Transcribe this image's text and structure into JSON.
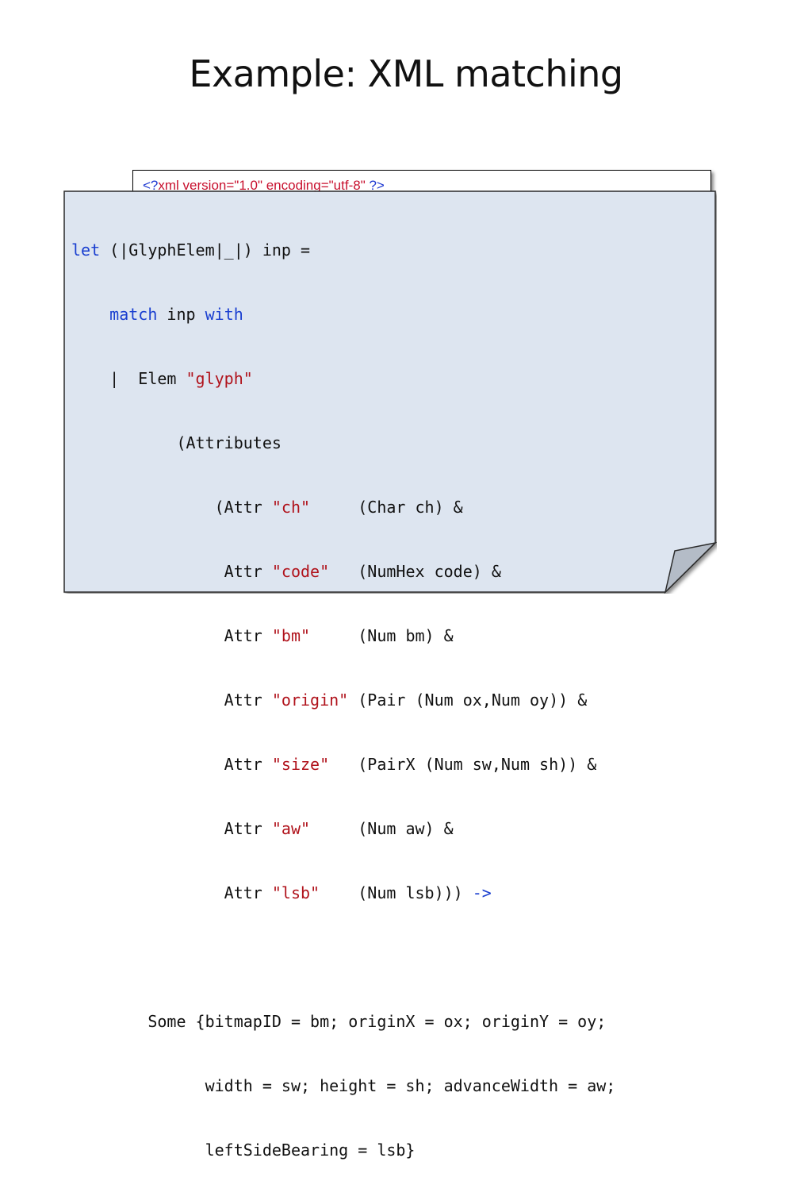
{
  "slide": {
    "title": "Example: XML matching"
  },
  "back_card": {
    "xml_decl_open": "<?",
    "xml_decl_name": "xml version=\"1.0\" encoding=\"utf-8\" ",
    "xml_decl_close": "?>"
  },
  "code": {
    "l1_kw": "let",
    "l1_rest": " (|GlyphElem|_|) inp =",
    "l2_indent": "    ",
    "l2_kw1": "match",
    "l2_mid": " inp ",
    "l2_kw2": "with",
    "l3_pre": "    |  Elem ",
    "l3_str": "\"glyph\"",
    "l4": "           (Attributes",
    "attrs": [
      {
        "pre": "               (Attr ",
        "name": "\"ch\"",
        "pad": "     ",
        "pattern": "(Char ch) &"
      },
      {
        "pre": "                Attr ",
        "name": "\"code\"",
        "pad": "   ",
        "pattern": "(NumHex code) &"
      },
      {
        "pre": "                Attr ",
        "name": "\"bm\"",
        "pad": "     ",
        "pattern": "(Num bm) &"
      },
      {
        "pre": "                Attr ",
        "name": "\"origin\"",
        "pad": " ",
        "pattern": "(Pair (Num ox,Num oy)) &"
      },
      {
        "pre": "                Attr ",
        "name": "\"size\"",
        "pad": "   ",
        "pattern": "(PairX (Num sw,Num sh)) &"
      },
      {
        "pre": "                Attr ",
        "name": "\"aw\"",
        "pad": "     ",
        "pattern": "(Num aw) &"
      },
      {
        "pre": "                Attr ",
        "name": "\"lsb\"",
        "pad": "    ",
        "pattern": "(Num lsb))) "
      }
    ],
    "arrow": "->",
    "body1": "        Some {bitmapID = bm; originX = ox; originY = oy;",
    "body2": "              width = sw; height = sh; advanceWidth = aw;",
    "body3": "              leftSideBearing = lsb}"
  }
}
